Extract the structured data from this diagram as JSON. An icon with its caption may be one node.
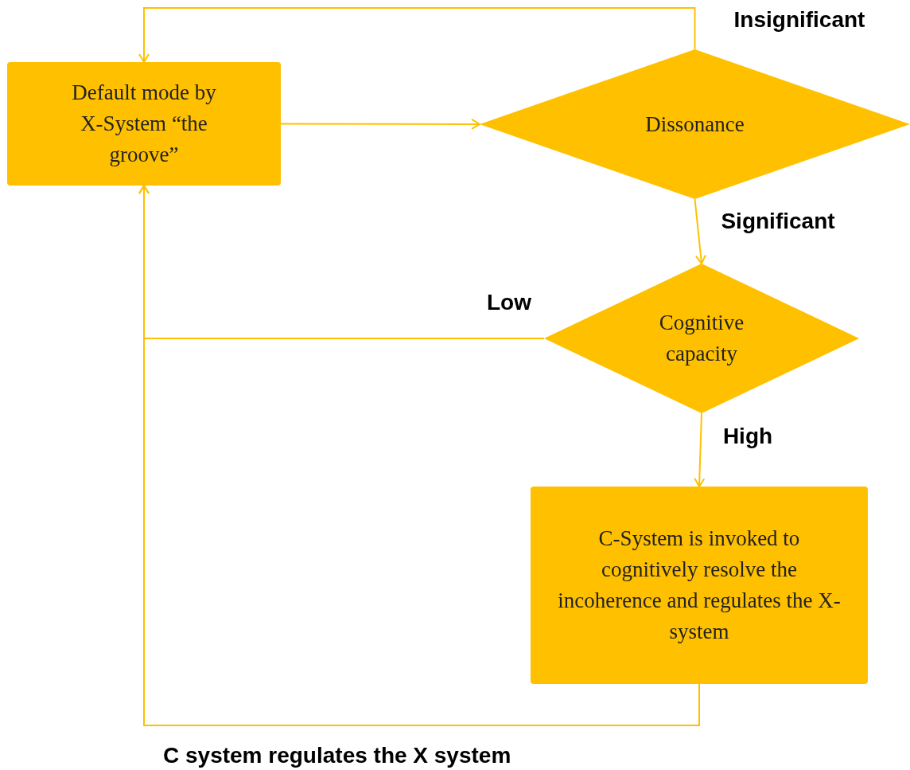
{
  "diagram": {
    "nodes": [
      {
        "text": [
          "Default mode by X-System “the groove”"
        ]
      },
      {
        "text": [
          "Dissonance"
        ]
      },
      {
        "text": [
          "Cognitive capacity"
        ]
      },
      {
        "text": [
          "C-System is invoked to cognitively resolve the incoherence and regulates the X-system"
        ]
      }
    ],
    "edges": [
      {
        "from": 0,
        "to": 1,
        "arrow": "to"
      },
      {
        "from": 1,
        "to": 0,
        "arrow": "to",
        "label": "Insignificant"
      },
      {
        "from": 1,
        "to": 2,
        "arrow": "to",
        "label": "Significant"
      },
      {
        "from": 2,
        "to": 0,
        "arrow": "to",
        "label": "Low"
      },
      {
        "from": 2,
        "to": 3,
        "arrow": "to",
        "label": "High"
      },
      {
        "from": 3,
        "to": 0,
        "arrow": "to"
      }
    ],
    "labels": [
      "C system regulates the X system"
    ]
  }
}
